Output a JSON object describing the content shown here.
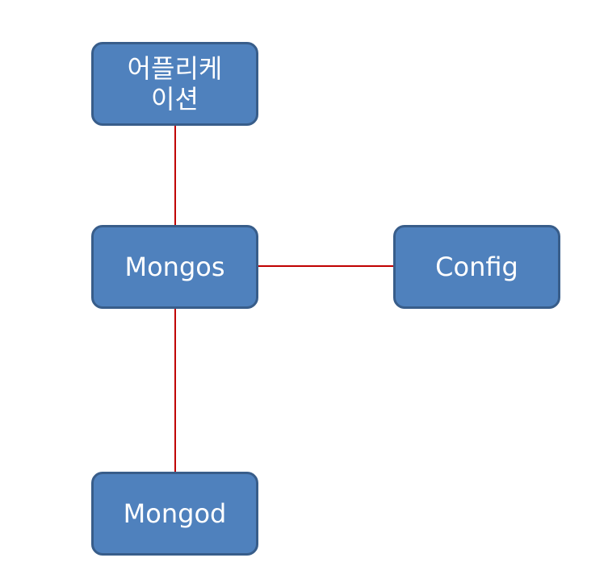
{
  "diagram": {
    "nodes": {
      "application": {
        "label_line1": "어플리케",
        "label_line2": "이션"
      },
      "mongos": {
        "label": "Mongos"
      },
      "config": {
        "label": "Config"
      },
      "mongod": {
        "label": "Mongod"
      }
    },
    "colors": {
      "node_fill": "#4f81bd",
      "node_border": "#385d8a",
      "node_text": "#ffffff",
      "connector": "#c00000",
      "background": "#ffffff"
    }
  }
}
